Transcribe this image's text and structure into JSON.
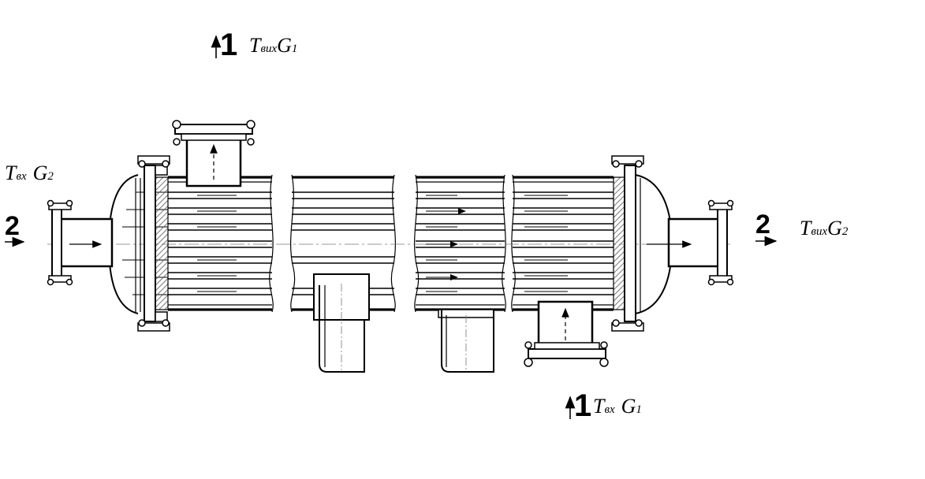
{
  "labels": {
    "top_outlet": {
      "number": "1",
      "t": "T",
      "t_sub": "вих",
      "g": "G",
      "g_sub": "1"
    },
    "left_inlet": {
      "number": "2",
      "t": "T",
      "t_sub": "вх",
      "g": "G",
      "g_sub": "2"
    },
    "right_outlet": {
      "number": "2",
      "t": "T",
      "t_sub": "вих",
      "g": "G",
      "g_sub": "2"
    },
    "bottom_inlet": {
      "number": "1",
      "t": "T",
      "t_sub": "вх",
      "g": "G",
      "g_sub": "1"
    }
  }
}
